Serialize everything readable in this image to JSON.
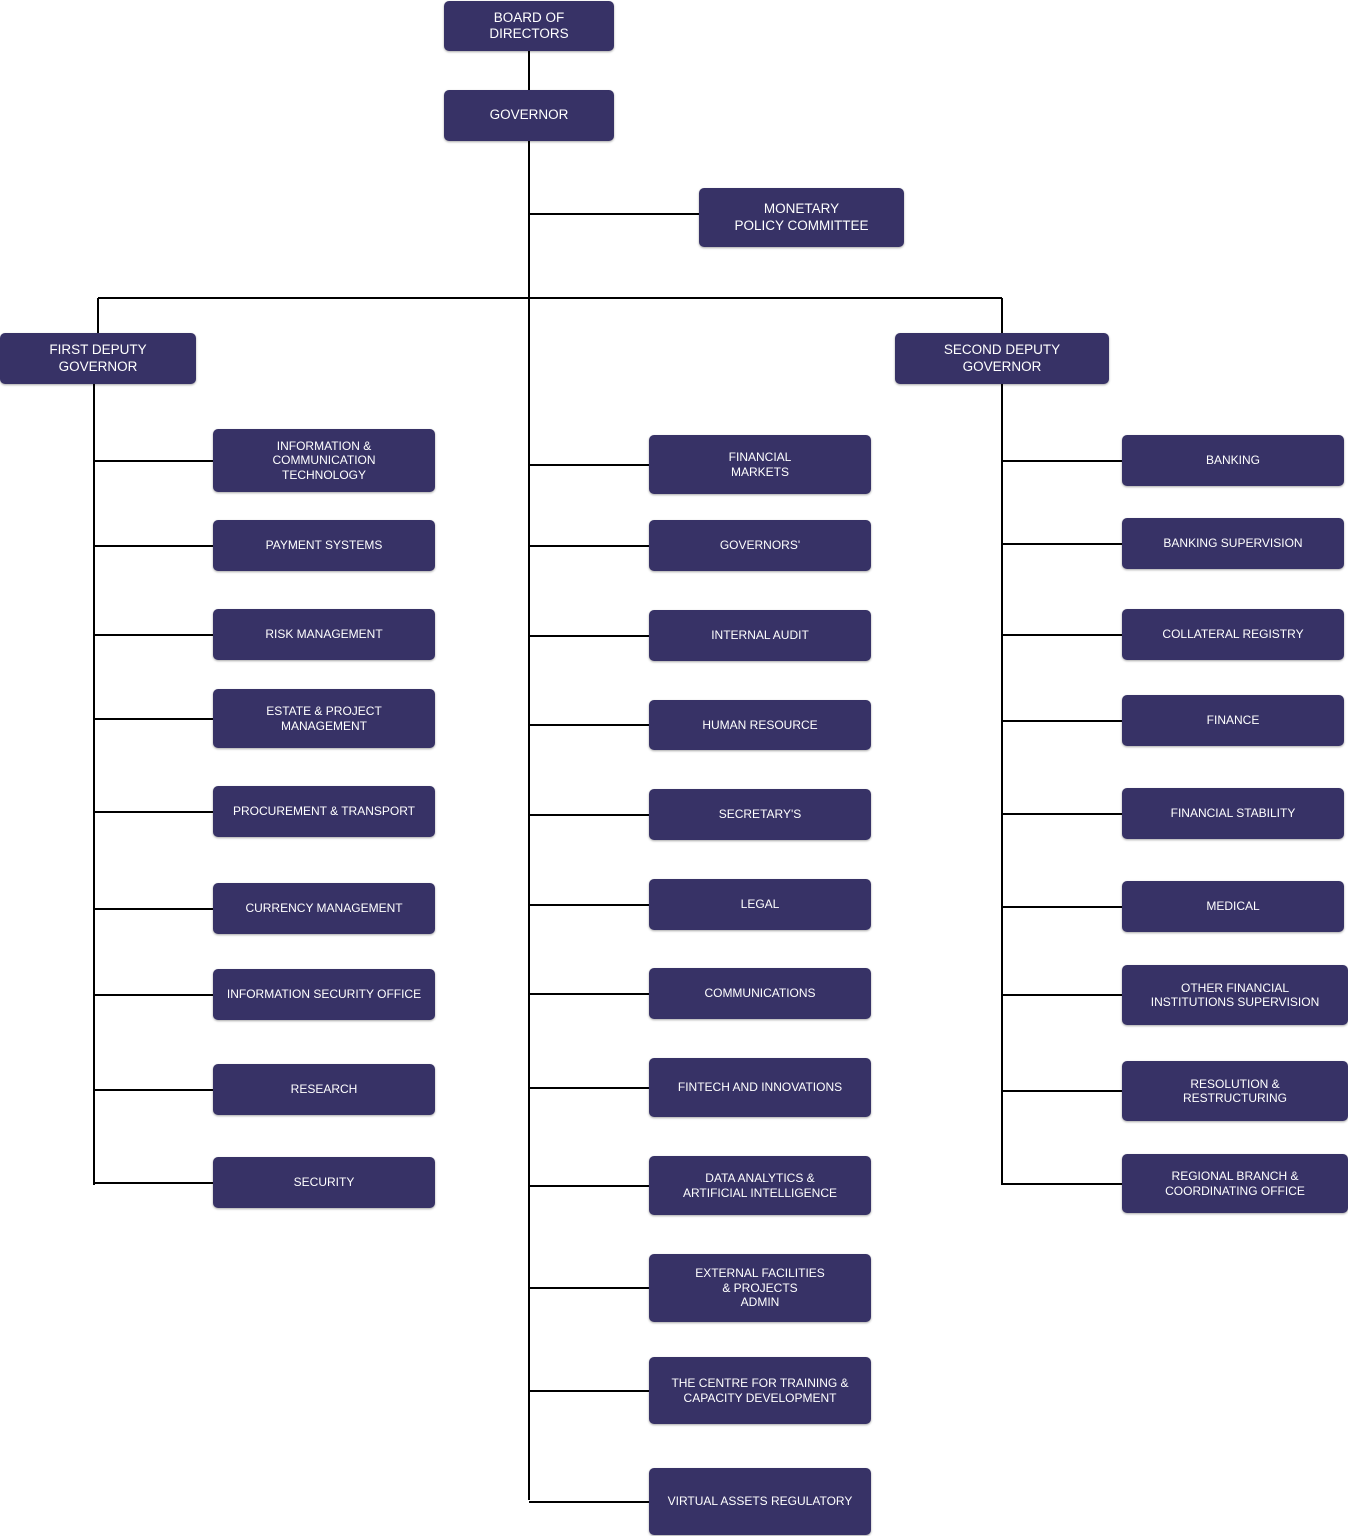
{
  "board": "BOARD OF DIRECTORS",
  "governor": "GOVERNOR",
  "mpc": "MONETARY\nPOLICY COMMITTEE",
  "first_deputy": {
    "title": "FIRST DEPUTY GOVERNOR",
    "departments": [
      "INFORMATION &\nCOMMUNICATION\nTECHNOLOGY",
      "PAYMENT SYSTEMS",
      "RISK MANAGEMENT",
      "ESTATE & PROJECT\nMANAGEMENT",
      "PROCUREMENT & TRANSPORT",
      "CURRENCY MANAGEMENT",
      "INFORMATION SECURITY OFFICE",
      "RESEARCH",
      "SECURITY"
    ]
  },
  "governor_departments": [
    "FINANCIAL\nMARKETS",
    "GOVERNORS'",
    "INTERNAL AUDIT",
    "HUMAN RESOURCE",
    "SECRETARY'S",
    "LEGAL",
    "COMMUNICATIONS",
    "FINTECH AND INNOVATIONS",
    "DATA ANALYTICS &\nARTIFICIAL INTELLIGENCE",
    "EXTERNAL FACILITIES\n& PROJECTS\nADMIN",
    "THE CENTRE FOR TRAINING &\nCAPACITY DEVELOPMENT",
    "VIRTUAL ASSETS REGULATORY"
  ],
  "second_deputy": {
    "title": "SECOND DEPUTY GOVERNOR",
    "departments": [
      "BANKING",
      "BANKING SUPERVISION",
      "COLLATERAL REGISTRY",
      "FINANCE",
      "FINANCIAL STABILITY",
      "MEDICAL",
      "OTHER FINANCIAL\nINSTITUTIONS SUPERVISION",
      "RESOLUTION &\nRESTRUCTURING",
      "REGIONAL BRANCH &\nCOORDINATING OFFICE"
    ]
  }
}
